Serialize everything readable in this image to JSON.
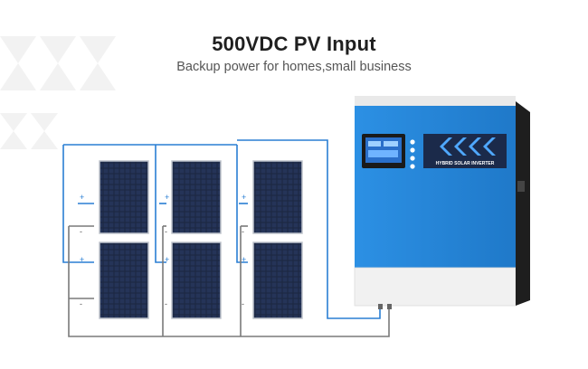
{
  "heading": {
    "title": "500VDC PV Input",
    "subtitle": "Backup power for homes,small business"
  },
  "inverter": {
    "front_label": "HYBRID SOLAR INVERTER",
    "body_color": "#2b8ee0",
    "top_color": "#ececec"
  },
  "polarity": {
    "positive": "+",
    "negative": "-"
  },
  "colors": {
    "positive_wire": "#2a7fd4",
    "negative_wire": "#7a7a7a",
    "panel_cell": "#1c2640",
    "background_chevron": "#f3f3f3"
  },
  "icons": [
    "chevron-bg-icon",
    "solar-panel-icon",
    "inverter-icon",
    "lcd-display-icon"
  ]
}
